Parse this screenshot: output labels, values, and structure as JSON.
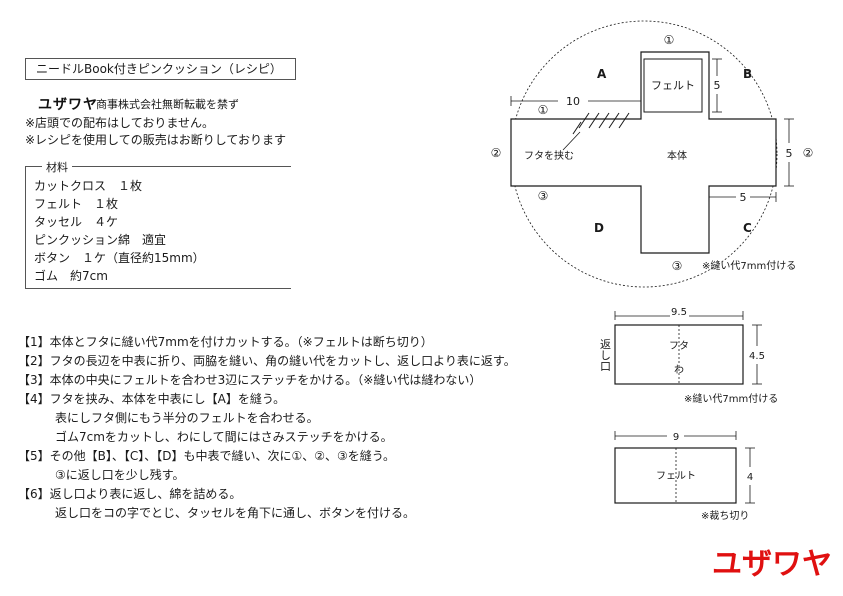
{
  "title": "ニードルBook付きピンクッション（レシピ）",
  "brand_small": "ユザワヤ",
  "copyright": "商事株式会社無断転載を禁ず",
  "notices": [
    "※店頭での配布はしておりません。",
    "※レシピを使用しての販売はお断りしております"
  ],
  "materials": {
    "title": "材料",
    "items": [
      "カットクロス　１枚",
      "フェルト　１枚",
      "タッセル　４ケ",
      "ピンクッション綿　適宜",
      "ボタン　１ケ（直径約15mm）",
      "ゴム　約7cm"
    ]
  },
  "steps": [
    {
      "text": "【1】本体とフタに縫い代7mmを付けカットする。（※フェルトは断ち切り）",
      "indent": false
    },
    {
      "text": "【2】フタの長辺を中表に折り、両脇を縫い、角の縫い代をカットし、返し口より表に返す。",
      "indent": false
    },
    {
      "text": "【3】本体の中央にフェルトを合わせ3辺にステッチをかける。（※縫い代は縫わない）",
      "indent": false
    },
    {
      "text": "【4】フタを挟み、本体を中表にし【A】を縫う。",
      "indent": false
    },
    {
      "text": "表にしフタ側にもう半分のフェルトを合わせる。",
      "indent": true
    },
    {
      "text": "ゴム7cmをカットし、わにして間にはさみステッチをかける。",
      "indent": true
    },
    {
      "text": "【5】その他【B】、【C】、【D】も中表で縫い、次に①、②、③を縫う。",
      "indent": false
    },
    {
      "text": "③に返し口を少し残す。",
      "indent": true
    },
    {
      "text": "【6】返し口より表に返し、綿を詰める。",
      "indent": false
    },
    {
      "text": "返し口をコの字でとじ、タッセルを角下に通し、ボタンを付ける。",
      "indent": true
    }
  ],
  "diagram_main": {
    "felt": "フェルト",
    "lid_insert": "フタを挟む",
    "body": "本体",
    "corners": {
      "a": "A",
      "b": "B",
      "c": "C",
      "d": "D"
    },
    "marks": {
      "top": "①",
      "left_top": "①",
      "left": "②",
      "right": "②",
      "left_bottom": "③",
      "bottom": "③"
    },
    "dims": {
      "width_10": "10",
      "felt_5": "5",
      "right_5": "5",
      "bottom_5": "5"
    },
    "note": "※縫い代7mm付ける"
  },
  "diagram_lid": {
    "width": "9.5",
    "height": "4.5",
    "opening": "返し口",
    "label": "フタ",
    "fold": "わ",
    "note": "※縫い代7mm付ける"
  },
  "diagram_felt": {
    "width": "9",
    "height": "4",
    "label": "フェルト",
    "note": "※裁ち切り"
  },
  "brand_big": "ユザワヤ",
  "colors": {
    "brand_red": "#e01010",
    "line": "#1a1a1a"
  }
}
